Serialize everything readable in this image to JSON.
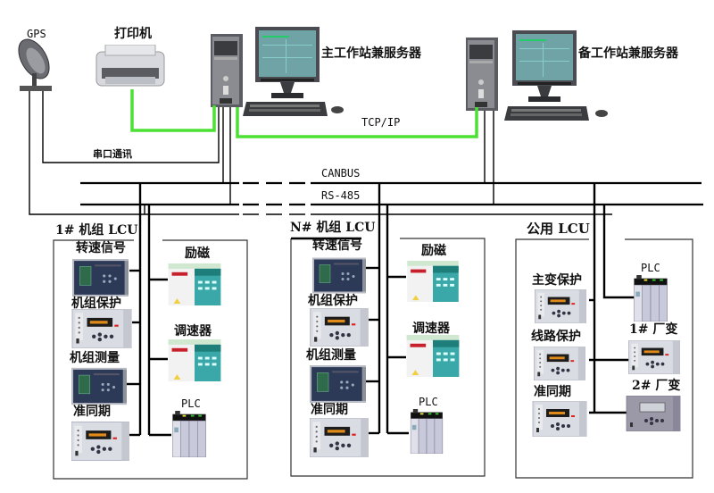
{
  "devices": {
    "gps": "GPS",
    "printer": "打印机",
    "main_server": "主工作站兼服务器",
    "backup_server": "备工作站兼服务器"
  },
  "links": {
    "tcpip": "TCP/IP",
    "serial": "串口通讯",
    "canbus": "CANBUS",
    "rs485": "RS-485"
  },
  "lcu_unit1": {
    "title": "1# 机组 LCU",
    "speed_signal": "转速信号",
    "unit_protection": "机组保护",
    "unit_measurement": "机组测量",
    "sync": "准同期",
    "excitation": "励磁",
    "governor": "调速器",
    "plc": "PLC"
  },
  "lcu_unitN": {
    "title": "N# 机组 LCU",
    "speed_signal": "转速信号",
    "unit_protection": "机组保护",
    "unit_measurement": "机组测量",
    "sync": "准同期",
    "excitation": "励磁",
    "governor": "调速器",
    "plc": "PLC"
  },
  "lcu_common": {
    "title": "公用 LCU",
    "main_transformer_protection": "主变保护",
    "line_protection": "线路保护",
    "sync": "准同期",
    "plc": "PLC",
    "station_transformer_1": "1# 厂变",
    "station_transformer_2": "2# 厂变"
  },
  "colors": {
    "ethernet": "#4be034",
    "bus": "#000000",
    "exciter_panel": "#3aa8a8"
  }
}
